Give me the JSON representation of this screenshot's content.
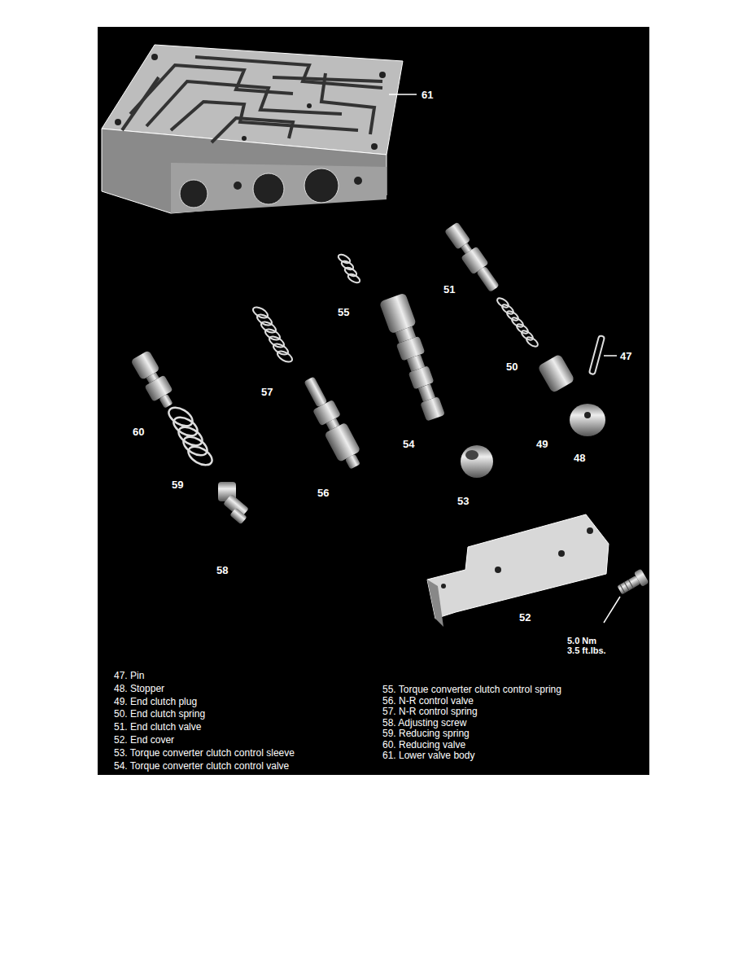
{
  "diagram": {
    "labels": [
      "61",
      "51",
      "55",
      "50",
      "47",
      "57",
      "60",
      "54",
      "49",
      "48",
      "59",
      "56",
      "53",
      "58",
      "52",
      "5.0 Nm",
      "3.5 ft.lbs.",
      "47. Pin",
      "48. Stopper",
      "49. End clutch plug",
      "50. End clutch spring",
      "51. End clutch valve",
      "52. End cover",
      "53. Torque converter clutch control sleeve",
      "54. Torque converter clutch control valve",
      "55. Torque converter clutch control spring",
      "56. N-R control valve",
      "57. N-R control spring",
      "58. Adjusting screw",
      "59. Reducing spring",
      "60. Reducing valve",
      "61. Lower valve body"
    ]
  }
}
